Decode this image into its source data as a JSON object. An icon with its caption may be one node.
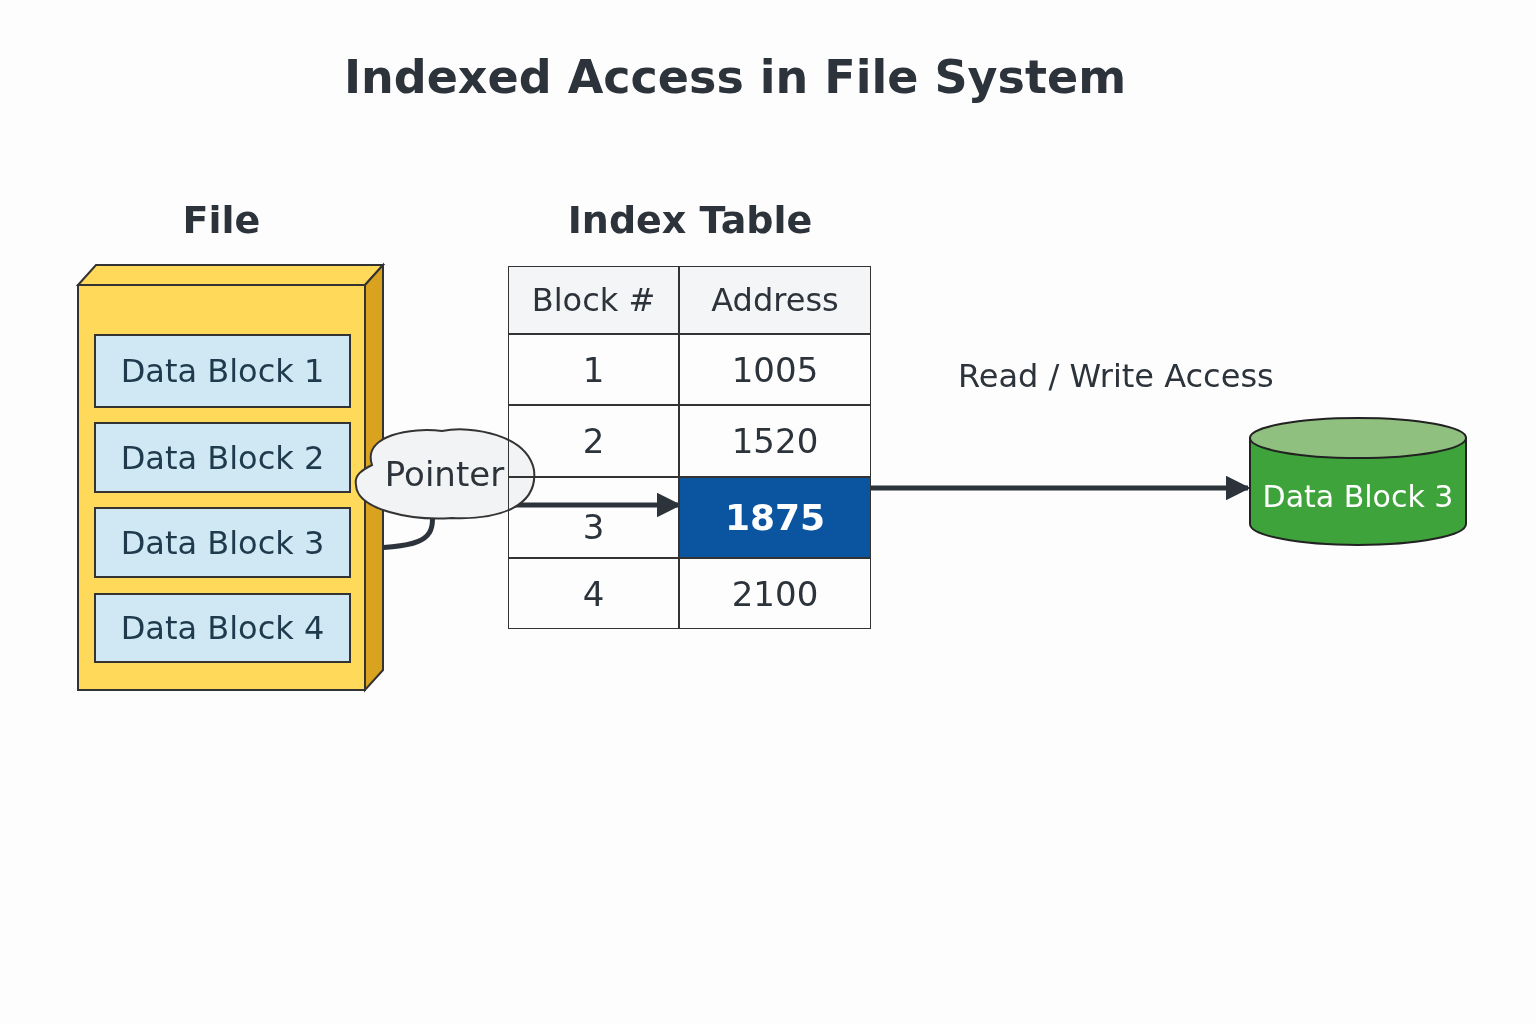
{
  "diagram": {
    "title": "Indexed Access in File System",
    "nodes": [
      {
        "text": [
          "File"
        ]
      },
      {
        "text": [
          "Data Block 1"
        ],
        "in": 0
      },
      {
        "text": [
          "Data Block 2"
        ],
        "in": 0
      },
      {
        "text": [
          "Data Block 3"
        ],
        "in": 0
      },
      {
        "text": [
          "Data Block 4"
        ],
        "in": 0
      },
      {
        "text": [
          "Pointer"
        ]
      },
      {
        "text": [
          "Index Table"
        ]
      },
      {
        "text": [
          "1875"
        ],
        "in": 6
      },
      {
        "text": [
          "Data Block 3"
        ]
      }
    ],
    "edges": [
      {
        "from": 3,
        "to": 5,
        "arrow": "none"
      },
      {
        "from": 5,
        "to": 7,
        "arrow": "to"
      },
      {
        "from": 7,
        "to": 8,
        "arrow": "to",
        "label": "Read / Write Access"
      }
    ],
    "labels": [
      "Block #",
      "Address",
      "1",
      "1005",
      "2",
      "1520",
      "3",
      "4",
      "2100"
    ]
  }
}
